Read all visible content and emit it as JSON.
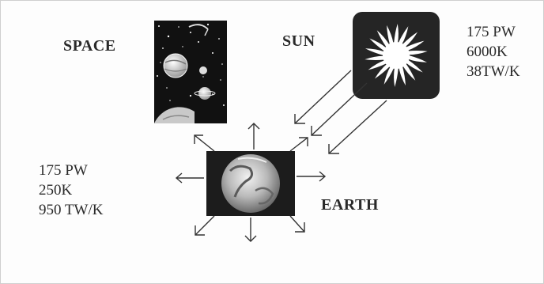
{
  "labels": {
    "space": "SPACE",
    "sun": "SUN",
    "earth": "EARTH"
  },
  "sun_stats": [
    "175 PW",
    "6000K",
    "38TW/K"
  ],
  "earth_stats": [
    "175 PW",
    "250K",
    "950 TW/K"
  ],
  "colors": {
    "sun_box": "#252525",
    "sun_glyph": "#ffffff",
    "earth_box": "#1c1c1c",
    "space_box": "#111111",
    "arrow": "#333333",
    "text": "#2a2a2a"
  }
}
